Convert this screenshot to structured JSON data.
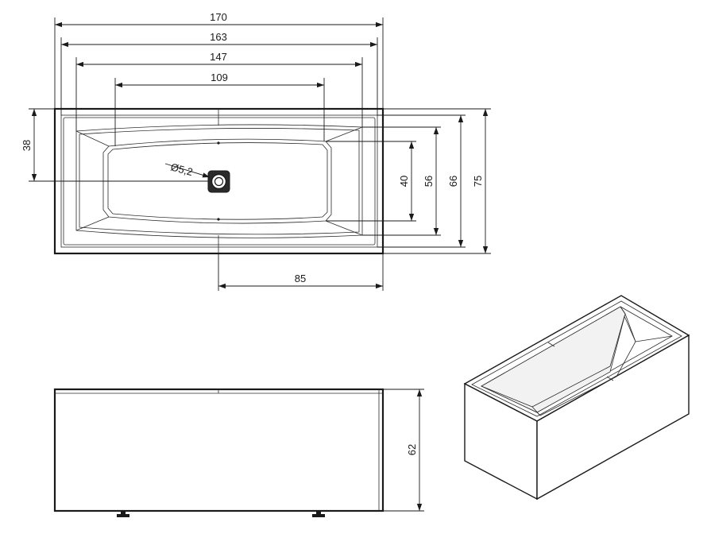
{
  "drawing": {
    "top_view": {
      "dimensions": {
        "overall_length": "170",
        "inner_length_1": "163",
        "inner_length_2": "147",
        "basin_bottom_length": "109",
        "drain_offset_width": "38",
        "basin_bottom_width": "40",
        "inner_width_1": "56",
        "inner_width_2": "66",
        "overall_width": "75",
        "drain_to_end": "85",
        "drain_diameter": "Ø5,2"
      }
    },
    "front_view": {
      "dimensions": {
        "height": "62"
      }
    },
    "iso_view": {}
  },
  "colors": {
    "line": "#1a1a1a",
    "background": "#ffffff"
  }
}
